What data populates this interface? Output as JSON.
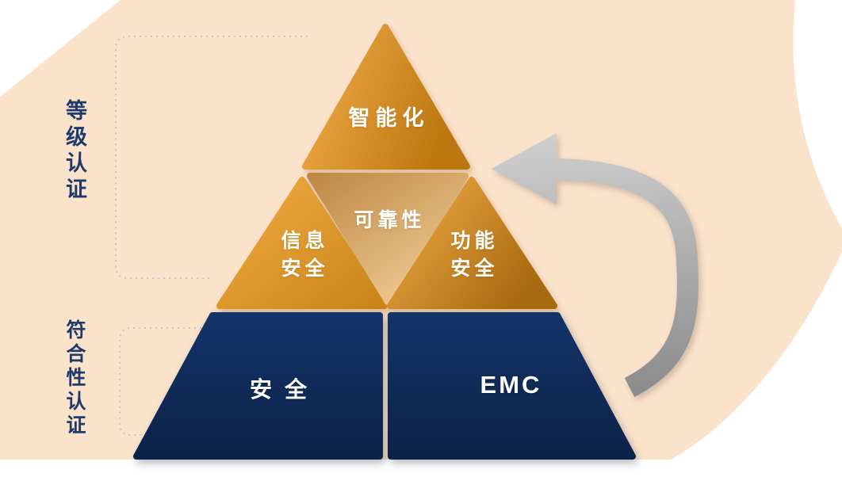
{
  "pyramid": {
    "top": {
      "label": "智能化"
    },
    "middle_left": {
      "line1": "信息",
      "line2": "安全"
    },
    "middle_center": {
      "label": "可靠性"
    },
    "middle_right": {
      "line1": "功能",
      "line2": "安全"
    },
    "bottom_left": {
      "label": "安全"
    },
    "bottom_right": {
      "label": "EMC"
    }
  },
  "side_labels": {
    "grade_certification": "等级认证",
    "conformity_certification": "符合性认证"
  },
  "colors": {
    "background_peach": "#fbe2cb",
    "orange_light": "#f3ad49",
    "orange_dark": "#bd7711",
    "gold_light": "#f1ab43",
    "gold_dark": "#c98418",
    "tan_dark": "#bd8843",
    "tan_light": "#f2cd98",
    "deep_orange": "#a86a0e",
    "navy_light": "#14336a",
    "navy_dark": "#0c2347",
    "arrow_gray_light": "#cfcfcf",
    "arrow_gray_dark": "#8a8a8a",
    "label_navy": "#1e3a6b",
    "dotted_gray": "#c6c6c6"
  }
}
